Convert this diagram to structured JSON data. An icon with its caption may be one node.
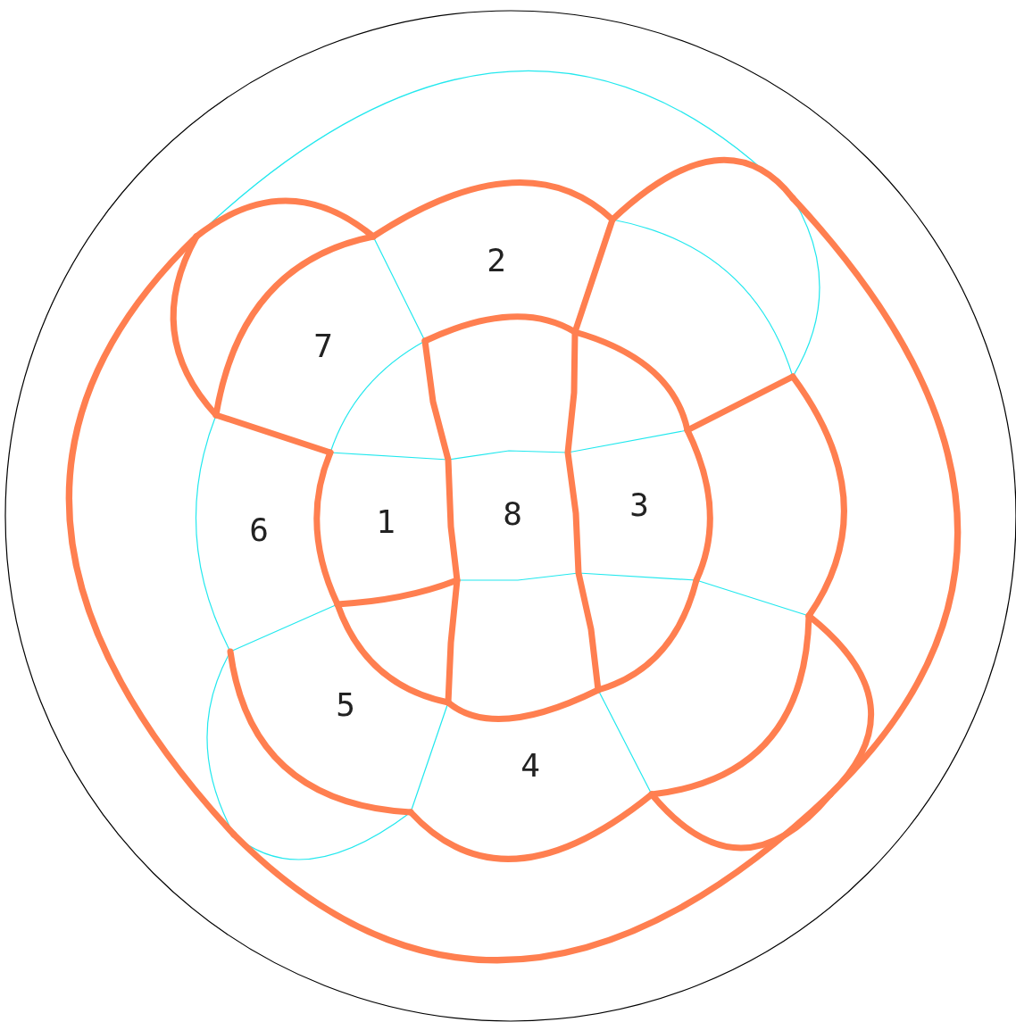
{
  "diagram": {
    "labels": [
      "2",
      "7",
      "1",
      "8",
      "3",
      "6",
      "5",
      "4"
    ]
  }
}
